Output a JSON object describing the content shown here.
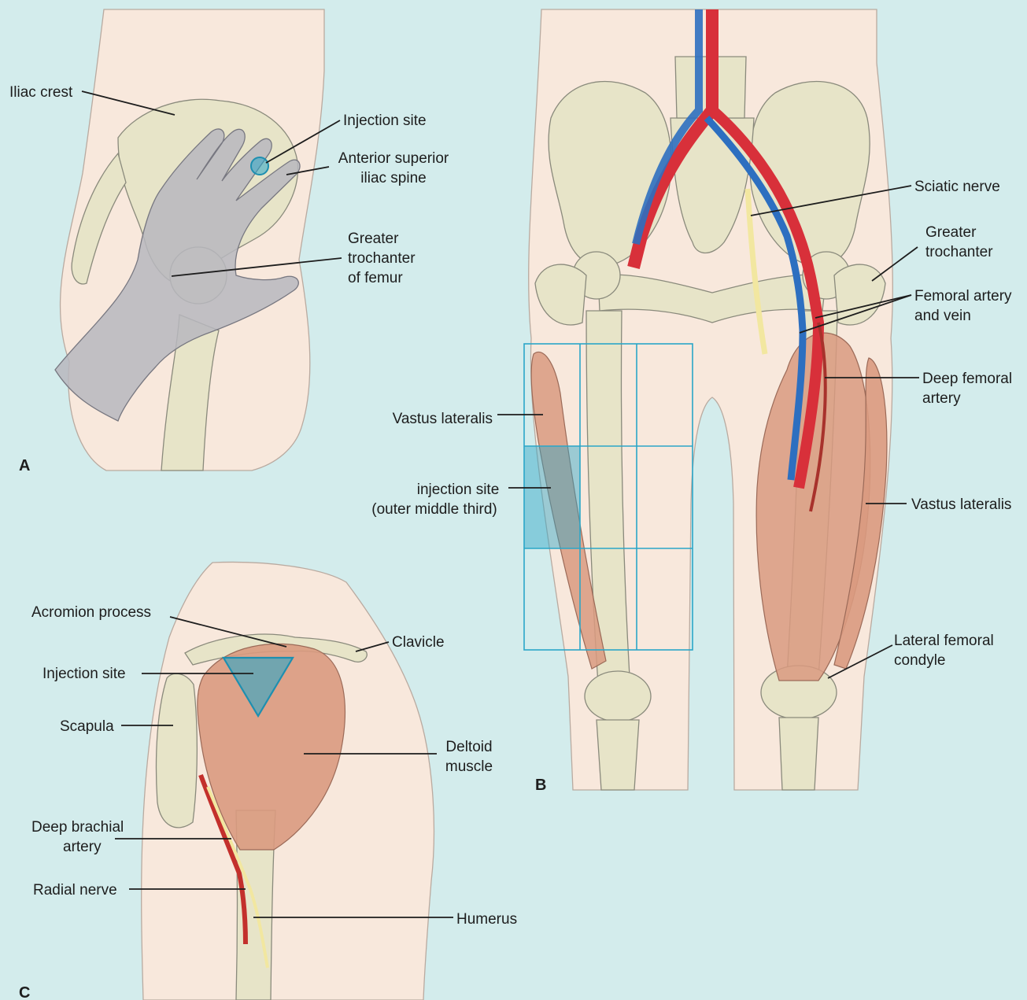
{
  "panels": {
    "a": {
      "letter": "A"
    },
    "b": {
      "letter": "B"
    },
    "c": {
      "letter": "C"
    }
  },
  "labels": {
    "a": {
      "iliac_crest": "Iliac crest",
      "injection_site": "Injection site",
      "asis_line1": "Anterior superior",
      "asis_line2": "iliac spine",
      "gt_line1": "Greater",
      "gt_line2": "trochanter",
      "gt_line3": "of femur"
    },
    "b": {
      "sciatic_nerve": "Sciatic nerve",
      "greater_trochanter_line1": "Greater",
      "greater_trochanter_line2": "trochanter",
      "femoral_line1": "Femoral artery",
      "femoral_line2": "and vein",
      "deep_femoral_line1": "Deep femoral",
      "deep_femoral_line2": "artery",
      "vastus_lateralis_left": "Vastus lateralis",
      "injection_site_line1": "injection site",
      "injection_site_line2": "(outer middle third)",
      "vastus_lateralis_right": "Vastus lateralis",
      "lateral_condyle_line1": "Lateral femoral",
      "lateral_condyle_line2": "condyle"
    },
    "c": {
      "acromion": "Acromion process",
      "clavicle": "Clavicle",
      "injection_site": "Injection site",
      "scapula": "Scapula",
      "deltoid_line1": "Deltoid",
      "deltoid_line2": "muscle",
      "deep_brachial_line1": "Deep brachial",
      "deep_brachial_line2": "artery",
      "radial_nerve": "Radial nerve",
      "humerus": "Humerus"
    }
  },
  "colors": {
    "background": "#d3ecec",
    "injection_site": "#2aa6c8",
    "artery": "#d8303a",
    "vein": "#2d6fc0",
    "nerve": "#f2e7a0",
    "muscle": "#d99a80"
  }
}
